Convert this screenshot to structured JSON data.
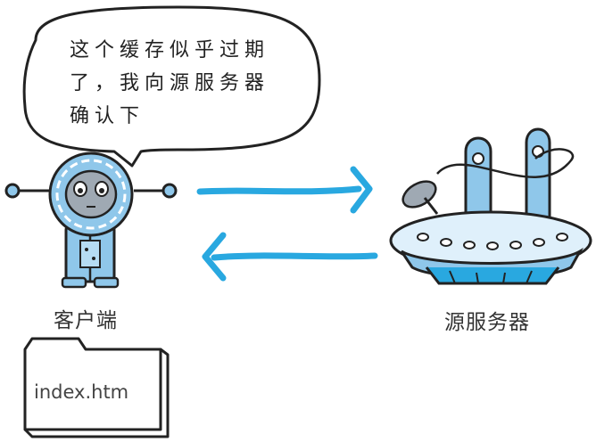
{
  "bubble": {
    "text": "这个缓存似乎过期\n了，我向源服务器\n确认下"
  },
  "client": {
    "label": "客户端"
  },
  "server": {
    "label": "源服务器"
  },
  "file": {
    "name": "index.htm"
  },
  "colors": {
    "blue": "#29a8e0",
    "body": "#8fc7ea",
    "outline": "#222222",
    "light": "#dff0fb"
  }
}
